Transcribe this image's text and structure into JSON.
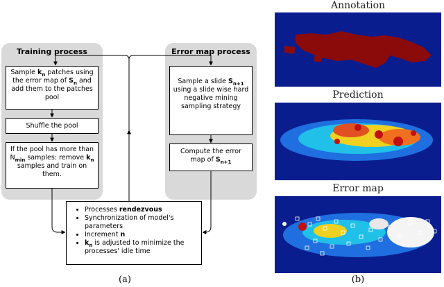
{
  "training": {
    "title": "Training process",
    "box1": {
      "pre": "Sample ",
      "k": "k",
      "k_sub": "n",
      "mid": " patches using the error map of ",
      "s": "S",
      "s_sub": "n",
      "post": " and add them to the patches pool"
    },
    "box2": "Shuffle the pool",
    "box3": {
      "pre": "If the pool has more than N",
      "n_sub": "min",
      "mid": " samples: remove ",
      "k": "k",
      "k_sub": "n",
      "post": " samples and train on them."
    }
  },
  "errormap_process": {
    "title": "Error map process",
    "box1": {
      "pre": "Sample a slide ",
      "s": "S",
      "s_sub": "n+1",
      "post": " using a slide wise hard negative mining sampling strategy"
    },
    "box2": {
      "pre": "Compute the error map of ",
      "s": "S",
      "s_sub": "n+1",
      "post": ""
    }
  },
  "rendezvous": {
    "item1_pre": "Processes ",
    "item1_bold": "rendezvous",
    "item2": "Synchronization of model's parameters",
    "item3_pre": "Increment ",
    "item3_bold": "n",
    "item4_k": "k",
    "item4_sub": "n",
    "item4_post": " is adjusted to minimize the processes' idle time"
  },
  "maps": {
    "annotation": "Annotation",
    "prediction": "Prediction",
    "error_map": "Error map"
  },
  "captions": {
    "a": "(a)",
    "b": "(b)"
  },
  "colors": {
    "panel": "#d9d9d9",
    "map_bg": "#0a1d8f",
    "annotation_fg": "#8b0a0a"
  }
}
